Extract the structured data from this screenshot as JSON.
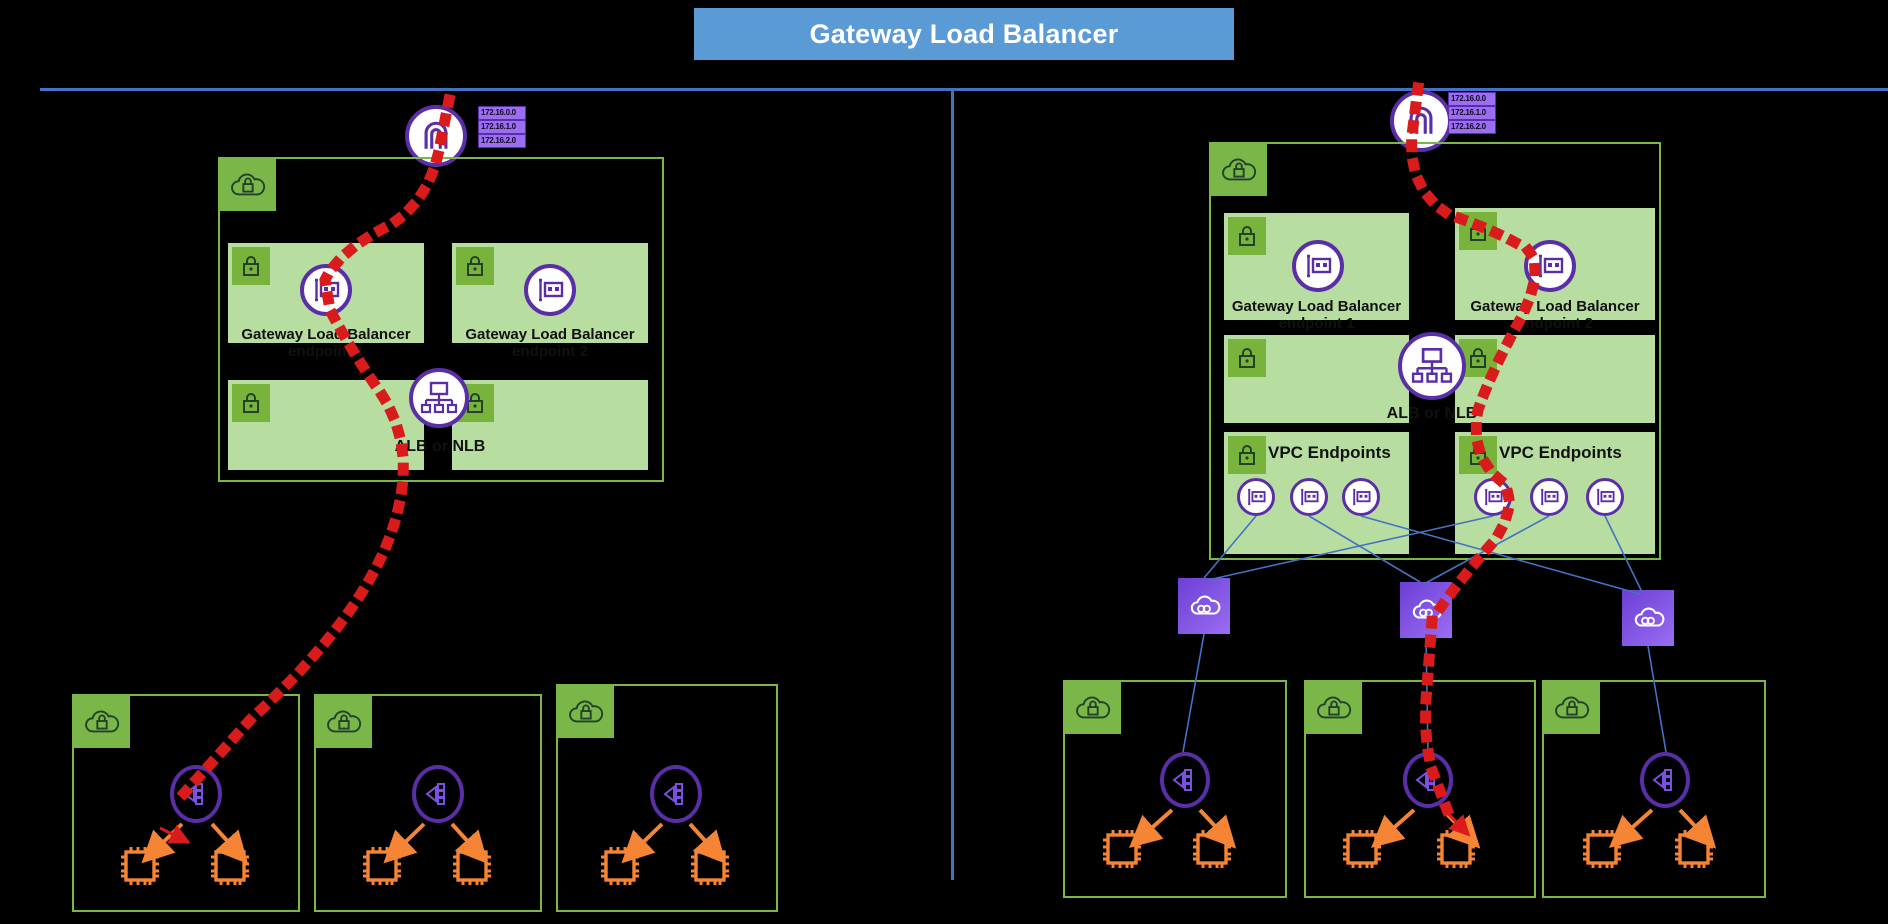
{
  "header": {
    "title": "Gateway Load Balancer",
    "title_bg": "#5B9BD5",
    "rule_color": "#4472C4"
  },
  "colors": {
    "group_border": "#7AB648",
    "group_header": "#7AB648",
    "subnet_fill": "#B8DDA0",
    "subnet_header": "#78B43C",
    "service_purple": "#5A2EA6",
    "endpoint_tile": "#8050E8",
    "instance_orange": "#F58534",
    "flow_red": "#D91B1B",
    "link_blue": "#4472C4"
  },
  "left_panel": {
    "igw": {
      "icon": "internet-gateway-icon"
    },
    "ip_tags": [
      "172.16.0.0",
      "172.16.1.0",
      "172.16.2.0"
    ],
    "vpc": {
      "icon": "vpc-cloud-lock-icon"
    },
    "subnets": [
      {
        "label": "Gateway Load Balancer\nendpoint 1",
        "icon": "vpc-endpoint-icon"
      },
      {
        "label": "Gateway Load Balancer\nendpoint 2",
        "icon": "vpc-endpoint-icon"
      }
    ],
    "lb": {
      "label": "ALB or NLB",
      "icon": "load-balancer-icon"
    },
    "appliance_vpcs": [
      {
        "icon": "vpc-cloud-lock-icon",
        "gwlb_icon": "gateway-load-balancer-icon",
        "instances": [
          "appliance-instance-icon",
          "appliance-instance-icon"
        ]
      },
      {
        "icon": "vpc-cloud-lock-icon",
        "gwlb_icon": "gateway-load-balancer-icon",
        "instances": [
          "appliance-instance-icon",
          "appliance-instance-icon"
        ]
      },
      {
        "icon": "vpc-cloud-lock-icon",
        "gwlb_icon": "gateway-load-balancer-icon",
        "instances": [
          "appliance-instance-icon",
          "appliance-instance-icon"
        ]
      }
    ]
  },
  "right_panel": {
    "igw": {
      "icon": "internet-gateway-icon"
    },
    "ip_tags": [
      "172.16.0.0",
      "172.16.1.0",
      "172.16.2.0"
    ],
    "vpc": {
      "icon": "vpc-cloud-lock-icon"
    },
    "subnets": [
      {
        "label": "Gateway Load Balancer\nendpoint 1",
        "icon": "vpc-endpoint-icon"
      },
      {
        "label": "Gateway Load Balancer\nendpoint 2",
        "icon": "vpc-endpoint-icon"
      }
    ],
    "lb": {
      "label": "ALB or NLB",
      "icon": "load-balancer-icon"
    },
    "endpoint_groups": [
      {
        "label": "VPC Endpoints",
        "icon": "lock-icon",
        "endpoints": [
          "vpc-endpoint-icon",
          "vpc-endpoint-icon",
          "vpc-endpoint-icon"
        ]
      },
      {
        "label": "VPC Endpoints",
        "icon": "lock-icon",
        "endpoints": [
          "vpc-endpoint-icon",
          "vpc-endpoint-icon",
          "vpc-endpoint-icon"
        ]
      }
    ],
    "endpoint_services": [
      {
        "icon": "privatelink-icon"
      },
      {
        "icon": "privatelink-icon"
      },
      {
        "icon": "privatelink-icon"
      }
    ],
    "appliance_vpcs": [
      {
        "icon": "vpc-cloud-lock-icon",
        "gwlb_icon": "gateway-load-balancer-icon",
        "instances": [
          "appliance-instance-icon",
          "appliance-instance-icon"
        ]
      },
      {
        "icon": "vpc-cloud-lock-icon",
        "gwlb_icon": "gateway-load-balancer-icon",
        "instances": [
          "appliance-instance-icon",
          "appliance-instance-icon"
        ]
      },
      {
        "icon": "vpc-cloud-lock-icon",
        "gwlb_icon": "gateway-load-balancer-icon",
        "instances": [
          "appliance-instance-icon",
          "appliance-instance-icon"
        ]
      }
    ]
  }
}
